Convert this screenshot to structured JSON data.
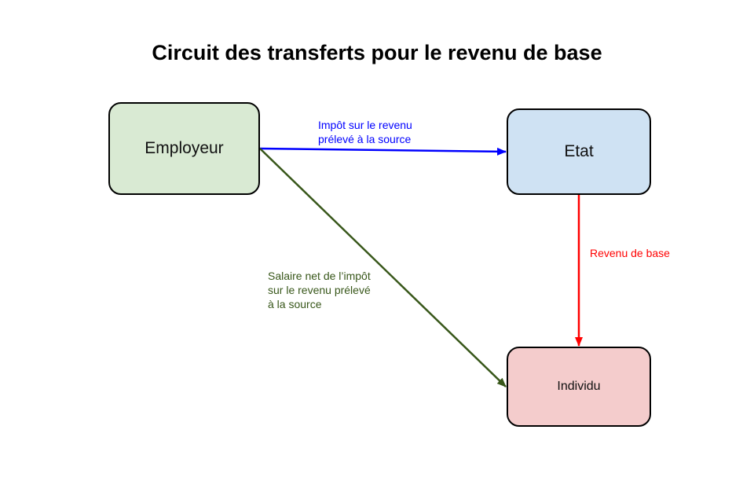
{
  "title": "Circuit des transferts pour le revenu de base",
  "nodes": {
    "employeur": {
      "label": "Employeur",
      "fill": "#d9ead3"
    },
    "etat": {
      "label": "Etat",
      "fill": "#cfe2f3"
    },
    "individu": {
      "label": "Individu",
      "fill": "#f4cccc"
    }
  },
  "edges": {
    "impot": {
      "lines": [
        "Impôt sur le revenu",
        "prélevé à la source"
      ],
      "color": "#0000ff"
    },
    "revenu_de_base": {
      "lines": [
        "Revenu de base"
      ],
      "color": "#ff0000"
    },
    "salaire_net": {
      "lines": [
        "Salaire net de l’impôt",
        "sur le revenu prélevé",
        "à la source"
      ],
      "color": "#38571a"
    }
  }
}
